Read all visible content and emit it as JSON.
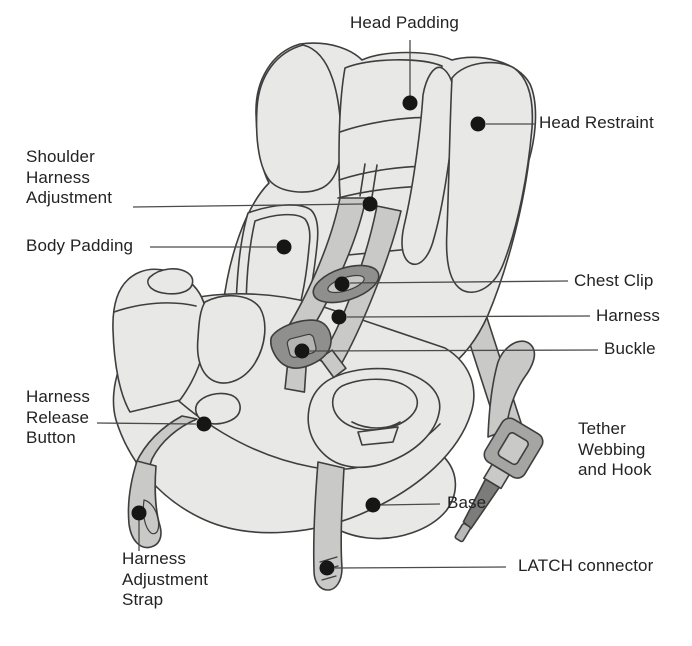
{
  "figure": {
    "type": "labeled-diagram"
  },
  "labels": {
    "head_padding": "Head Padding",
    "head_restraint": "Head Restraint",
    "shoulder_harness_adjustment": "Shoulder Harness Adjustment",
    "body_padding": "Body Padding",
    "chest_clip": "Chest Clip",
    "harness": "Harness",
    "buckle": "Buckle",
    "harness_release_button": "Harness Release Button",
    "tether_webbing_and_hook": "Tether Webbing and Hook",
    "base": "Base",
    "harness_adjustment_strap": "Harness Adjustment Strap",
    "latch_connector": "LATCH connector"
  },
  "colors": {
    "background": "#ffffff",
    "seat_fill": "#e8e8e7",
    "strap_fill": "#c9c9c8",
    "hardware_fill": "#8f8f8e",
    "hardware_inner_fill": "#b4b4b3",
    "hook_fill": "#7c7c7b",
    "outline": "#3e3e3e",
    "leader_line": "#4b4b4b",
    "callout_dot": "#161616",
    "label_text": "#232323"
  }
}
